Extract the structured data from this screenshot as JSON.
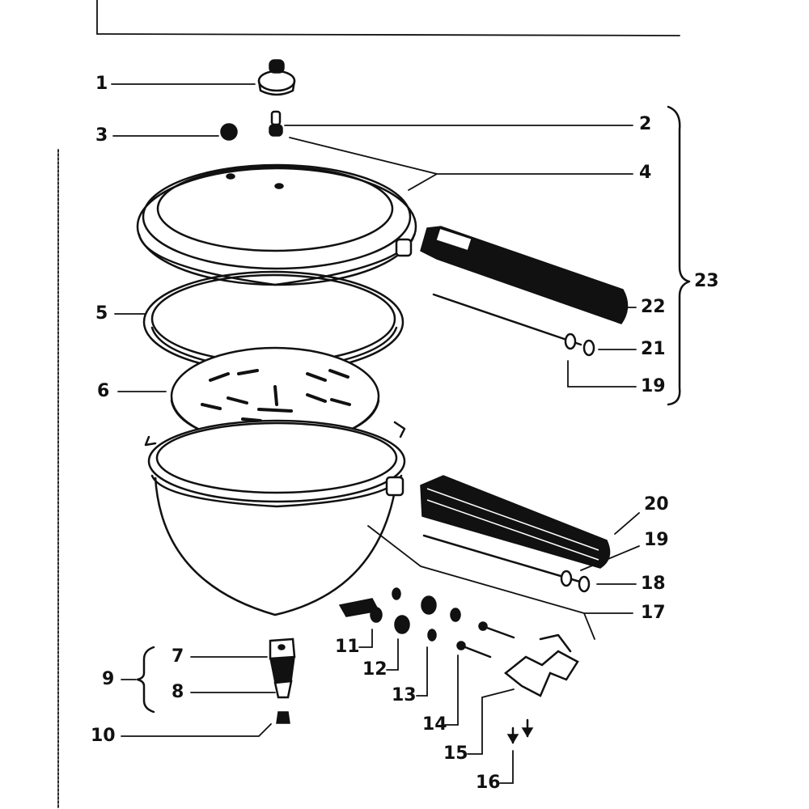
{
  "diagram": {
    "labels": {
      "p1": "1",
      "p2": "2",
      "p3": "3",
      "p4": "4",
      "p5": "5",
      "p6": "6",
      "p7": "7",
      "p8": "8",
      "p9": "9",
      "p10": "10",
      "p11": "11",
      "p12": "12",
      "p13": "13",
      "p14": "14",
      "p15": "15",
      "p16": "16",
      "p17": "17",
      "p18": "18",
      "p19a": "19",
      "p19b": "19",
      "p20": "20",
      "p21": "21",
      "p22": "22",
      "p23": "23"
    }
  },
  "colors": {
    "ink": "#111111",
    "paper": "#ffffff"
  }
}
